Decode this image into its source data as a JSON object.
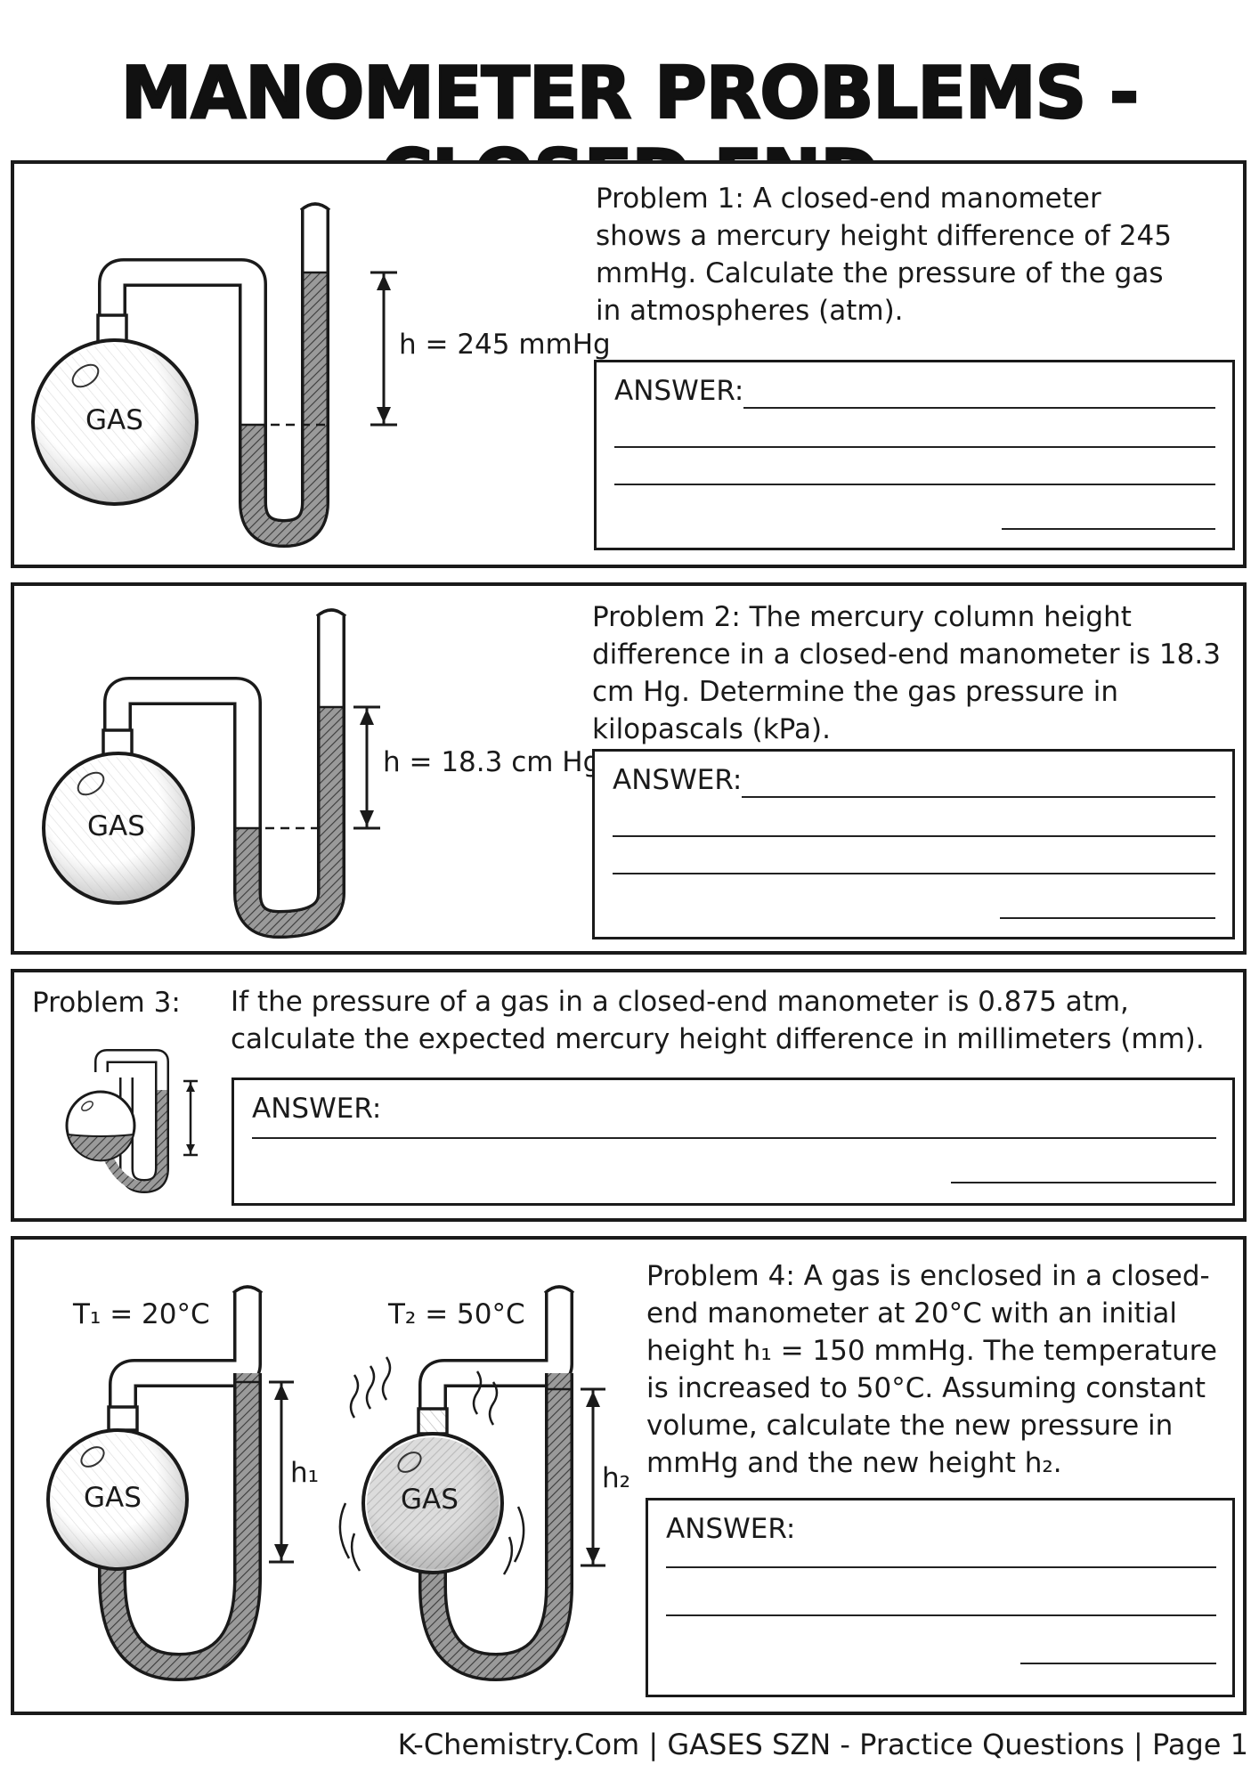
{
  "title": "MANOMETER PROBLEMS - CLOSED END",
  "problems": [
    {
      "text": "Problem 1: A closed-end manometer shows a mercury height difference of 245 mmHg. Calculate the pressure of the gas in atmospheres (atm).",
      "figure_label": "h = 245 mmHg",
      "bulb_label": "GAS",
      "answer_label": "ANSWER:"
    },
    {
      "text": "Problem 2: The mercury column height difference in a closed-end manometer is 18.3 cm Hg. Determine the gas pressure in kilopascals (kPa).",
      "figure_label": "h = 18.3 cm Hg",
      "bulb_label": "GAS",
      "answer_label": "ANSWER:"
    },
    {
      "heading": "Problem 3:",
      "text": "If the pressure of a gas in a closed-end manometer is 0.875 atm, calculate the expected mercury height difference in millimeters (mm).",
      "answer_label": "ANSWER:"
    },
    {
      "text": "Problem 4: A gas is enclosed in a closed-end manometer at 20°C with an initial height h₁ = 150 mmHg. The temperature is increased to 50°C. Assuming constant volume, calculate the new pressure in mmHg and the new height h₂.",
      "t1_label": "T₁ = 20°C",
      "t2_label": "T₂ = 50°C",
      "h1_label": "h₁",
      "h2_label": "h₂",
      "bulb_label": "GAS",
      "answer_label": "ANSWER:"
    }
  ],
  "footer": "K-Chemistry.Com | GASES SZN - Practice Questions | Page 1"
}
